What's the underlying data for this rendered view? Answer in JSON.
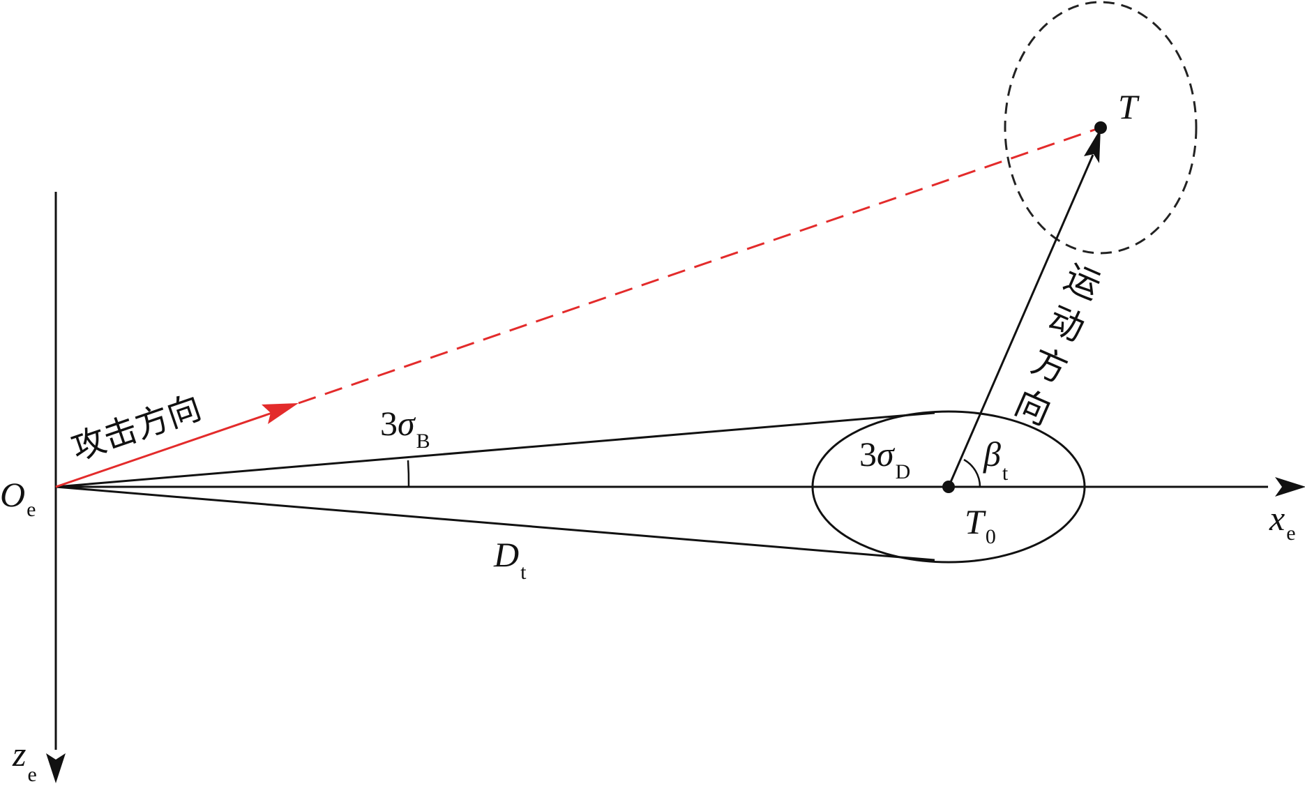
{
  "labels": {
    "origin": "O",
    "origin_sub": "e",
    "x_axis": "x",
    "x_axis_sub": "e",
    "z_axis": "z",
    "z_axis_sub": "e",
    "target": "T",
    "target_initial": "T",
    "target_initial_sub": "0",
    "sigma_b_coef": "3",
    "sigma_b_sym": "σ",
    "sigma_b_sub": "B",
    "sigma_d_coef": "3",
    "sigma_d_sym": "σ",
    "sigma_d_sub": "D",
    "beta": "β",
    "beta_sub": "t",
    "distance": "D",
    "distance_sub": "t",
    "attack_direction": "攻击方向",
    "motion_chars": [
      "运",
      "动",
      "方",
      "向"
    ]
  },
  "colors": {
    "line": "#111111",
    "attack": "#e32b2b",
    "circle": "#222222"
  }
}
